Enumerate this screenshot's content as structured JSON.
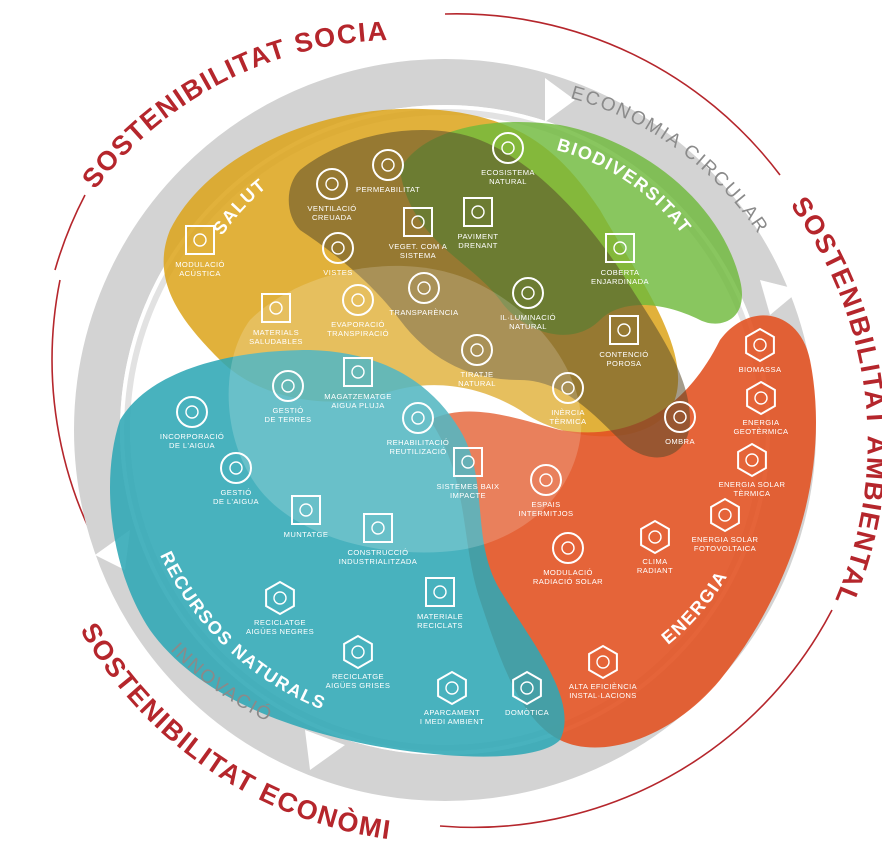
{
  "outer_labels": {
    "social": "SOSTENIBILITAT SOCIAL",
    "ambiental": "SOSTENIBILITAT AMBIENTAL",
    "economica": "SOSTENIBILITAT ECONÒMICA"
  },
  "ring_labels": {
    "economia_circular": "ECONOMIA CIRCULAR",
    "innovacio": "INNOVACIÓ"
  },
  "zones": {
    "salut": "SALUT",
    "biodiversitat": "BIODIVERSITAT",
    "energia": "ENERGIA",
    "recursos_naturals": "RECURSOS NATURALS"
  },
  "colors": {
    "brand_red": "#b5262c",
    "ring_gray": "#d3d3d3",
    "salut": "#dca319",
    "biodiversitat": "#6fba3c",
    "energia": "#e25323",
    "recursos": "#2fa7b5",
    "overlap_dark": "#5a4a2c"
  },
  "items": [
    {
      "icon": "sound-waves-icon",
      "l1": "MODULACIÓ",
      "l2": "ACÚSTICA"
    },
    {
      "icon": "dotted-circle-icon",
      "l1": "PERMEABILITAT",
      "l2": ""
    },
    {
      "icon": "ventilation-icon",
      "l1": "VENTILACIÓ",
      "l2": "CREUADA"
    },
    {
      "icon": "eye-icon",
      "l1": "VISTES",
      "l2": ""
    },
    {
      "icon": "tree-icon",
      "l1": "VEGET. COM A",
      "l2": "SISTEMA"
    },
    {
      "icon": "grid-pavement-icon",
      "l1": "PAVIMENT",
      "l2": "DRENANT"
    },
    {
      "icon": "ecosystem-icon",
      "l1": "ECOSISTEMA",
      "l2": "NATURAL"
    },
    {
      "icon": "green-roof-icon",
      "l1": "COBERTA",
      "l2": "ENJARDINADA"
    },
    {
      "icon": "square-icon",
      "l1": "MATERIALS",
      "l2": "SALUDABLES"
    },
    {
      "icon": "evaporation-icon",
      "l1": "EVAPORACIÓ",
      "l2": "TRANSPIRACIÓ"
    },
    {
      "icon": "transparency-icon",
      "l1": "TRANSPARÈNCIA",
      "l2": ""
    },
    {
      "icon": "sun-icon",
      "l1": "IL·LUMINACIÓ",
      "l2": "NATURAL"
    },
    {
      "icon": "porous-wall-icon",
      "l1": "CONTENCIÓ",
      "l2": "POROSA"
    },
    {
      "icon": "thermometer-icon",
      "l1": "TIRATJE",
      "l2": "NATURAL"
    },
    {
      "icon": "thermal-inertia-icon",
      "l1": "INÈRCIA",
      "l2": "TÈRMICA"
    },
    {
      "icon": "shade-icon",
      "l1": "OMBRA",
      "l2": ""
    },
    {
      "icon": "soil-icon",
      "l1": "GESTIÓ",
      "l2": "DE TERRES"
    },
    {
      "icon": "rain-storage-icon",
      "l1": "MAGATZEMATGE",
      "l2": "AIGUA PLUJA"
    },
    {
      "icon": "water-drop-icon",
      "l1": "INCORPORACIÓ",
      "l2": "DE L'AIGUA"
    },
    {
      "icon": "rehab-house-icon",
      "l1": "REHABILITACIÓ",
      "l2": "REUTILIZACIÓ"
    },
    {
      "icon": "water-management-icon",
      "l1": "GESTIÓ",
      "l2": "DE L'AIGUA"
    },
    {
      "icon": "low-impact-icon",
      "l1": "SISTEMES BAIX",
      "l2": "IMPACTE"
    },
    {
      "icon": "intermittent-space-icon",
      "l1": "ESPAIS",
      "l2": "INTERMITJOS"
    },
    {
      "icon": "assembly-icon",
      "l1": "MUNTATGE",
      "l2": ""
    },
    {
      "icon": "gear-icon",
      "l1": "CONSTRUCCIÓ",
      "l2": "INDUSTRIALITZADA"
    },
    {
      "icon": "solar-radiation-icon",
      "l1": "MODULACIÓ",
      "l2": "RADIACIÓ SOLAR"
    },
    {
      "icon": "radiant-climate-icon",
      "l1": "CLIMA",
      "l2": "RADIANT"
    },
    {
      "icon": "black-water-icon",
      "l1": "RECICLATGE",
      "l2": "AIGÜES NEGRES"
    },
    {
      "icon": "recycle-icon",
      "l1": "MATERIALE",
      "l2": "RECICLATS"
    },
    {
      "icon": "grey-water-icon",
      "l1": "RECICLATGE",
      "l2": "AIGÜES GRISES"
    },
    {
      "icon": "ev-charging-icon",
      "l1": "APARCAMENT",
      "l2": "I MEDI AMBIENT"
    },
    {
      "icon": "domotics-icon",
      "l1": "DOMÒTICA",
      "l2": ""
    },
    {
      "icon": "efficiency-icon",
      "l1": "ALTA EFICIÈNCIA",
      "l2": "INSTAL·LACIONS"
    },
    {
      "icon": "biomass-icon",
      "l1": "BIOMASSA",
      "l2": ""
    },
    {
      "icon": "geothermal-icon",
      "l1": "ENERGIA",
      "l2": "GEOTÈRMICA"
    },
    {
      "icon": "solar-thermal-icon",
      "l1": "ENERGIA SOLAR",
      "l2": "TÈRMICA"
    },
    {
      "icon": "photovoltaic-icon",
      "l1": "ENERGIA SOLAR",
      "l2": "FOTOVOLTAICA"
    }
  ]
}
